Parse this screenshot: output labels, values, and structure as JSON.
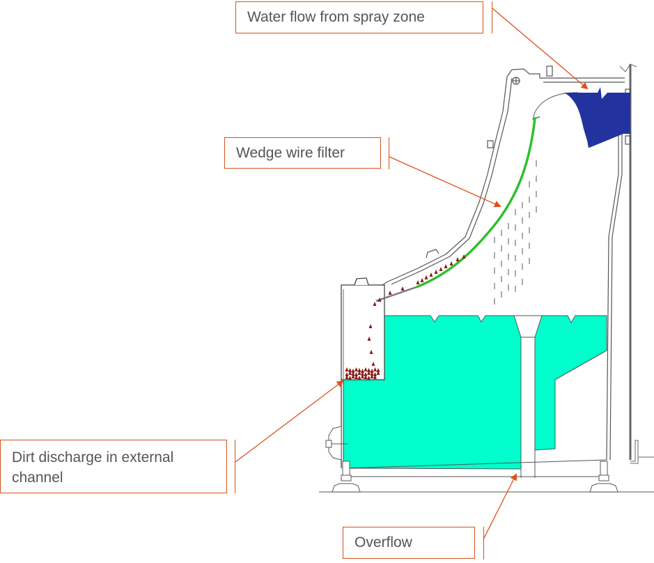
{
  "diagram": {
    "title": "",
    "colors": {
      "callout": "#d2521a",
      "label_text": "#555555",
      "spray_water": "#2233a0",
      "tank_water": "#00ffcc",
      "filter": "#2ebf2e",
      "dirt": "#8b1a1a",
      "outline": "#555555"
    },
    "labels": [
      {
        "id": "spray",
        "text": "Water flow from spray zone"
      },
      {
        "id": "filter",
        "text": "Wedge wire filter"
      },
      {
        "id": "dirt",
        "text": "Dirt discharge in external channel"
      },
      {
        "id": "overflow",
        "text": "Overflow"
      }
    ],
    "components": [
      "spray water inlet",
      "wedge wire filter screen",
      "dirt discharge chute",
      "clean water tank",
      "overflow pipe",
      "levelling feet",
      "frame wall"
    ]
  }
}
